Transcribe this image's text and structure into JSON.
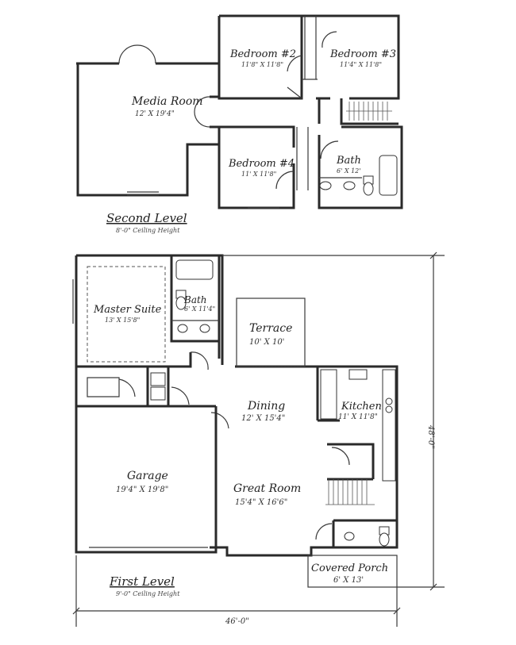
{
  "levels": {
    "second": {
      "title": "Second Level",
      "ceiling": "8'-0\" Ceiling Height",
      "rooms": {
        "media_room": {
          "name": "Media Room",
          "size": "12' X 19'4\""
        },
        "bedroom2": {
          "name": "Bedroom #2",
          "size": "11'8\" X 11'8\""
        },
        "bedroom3": {
          "name": "Bedroom #3",
          "size": "11'4\" X 11'8\""
        },
        "bedroom4": {
          "name": "Bedroom #4",
          "size": "11' X 11'8\""
        },
        "bath": {
          "name": "Bath",
          "size": "6' X 12'"
        }
      }
    },
    "first": {
      "title": "First Level",
      "ceiling": "9'-0\" Ceiling Height",
      "rooms": {
        "master_suite": {
          "name": "Master Suite",
          "size": "13' X 15'8\""
        },
        "bath": {
          "name": "Bath",
          "size": "6' X 11'4\""
        },
        "terrace": {
          "name": "Terrace",
          "size": "10' X 10'"
        },
        "dining": {
          "name": "Dining",
          "size": "12' X 15'4\""
        },
        "kitchen": {
          "name": "Kitchen",
          "size": "11' X 11'8\""
        },
        "garage": {
          "name": "Garage",
          "size": "19'4\" X 19'8\""
        },
        "great_room": {
          "name": "Great Room",
          "size": "15'4\" X 16'6\""
        },
        "covered_porch": {
          "name": "Covered Porch",
          "size": "6' X 13'"
        }
      }
    }
  },
  "dimensions": {
    "width": "46'-0\"",
    "depth": "48'-0\""
  }
}
